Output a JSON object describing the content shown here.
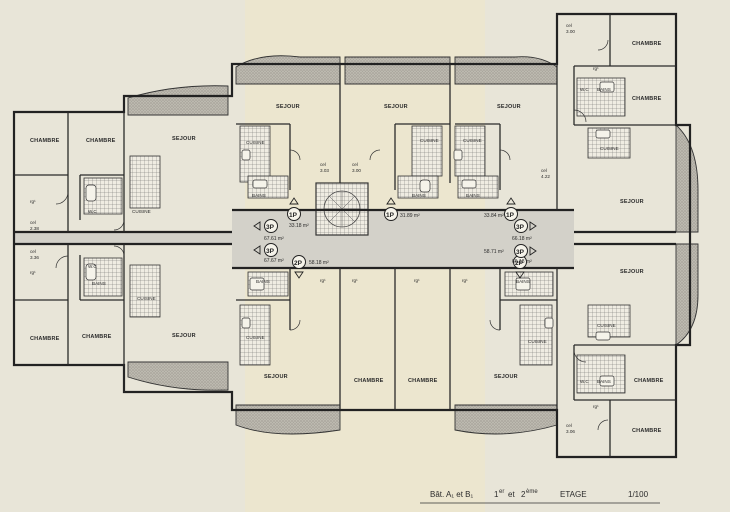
{
  "plan": {
    "rooms": {
      "chambre_w1": "CHAMBRE",
      "chambre_w2": "CHAMBRE",
      "sejour_w_top": "SEJOUR",
      "chambre_w3": "CHAMBRE",
      "chambre_w4": "CHAMBRE",
      "sejour_w_bottom": "SEJOUR",
      "sejour_top1": "SEJOUR",
      "sejour_top2": "SEJOUR",
      "sejour_top3": "SEJOUR",
      "chambre_ne1": "CHAMBRE",
      "chambre_ne2": "CHAMBRE",
      "sejour_e1": "SEJOUR",
      "sejour_e2": "SEJOUR",
      "chambre_se1": "CHAMBRE",
      "chambre_se2": "CHAMBRE",
      "sejour_bottom1": "SEJOUR",
      "chambre_bottom1": "CHAMBRE",
      "chambre_bottom2": "CHAMBRE",
      "sejour_bottom2": "SEJOUR",
      "cuisine_w_top": "CUISINE",
      "cuisine_w_bottom": "CUISINE",
      "cuisine_t1": "CUISINE",
      "cuisine_t2": "CUISINE",
      "cuisine_t3": "CUISINE",
      "cuisine_e1": "CUISINE",
      "cuisine_e2": "CUISINE",
      "cuisine_b1": "CUISINE",
      "cuisine_b2": "CUISINE",
      "bains_t1": "BAINS",
      "bains_t2": "BAINS",
      "bains_t3": "BAINS",
      "bains_b1": "BAINS",
      "bains_b2": "BAINS",
      "bains_ne": "BAINS",
      "bains_se": "BAINS",
      "wc_w1": "W.C",
      "wc_w2": "W.C",
      "wc_ne": "W.C",
      "wc_se": "W.C",
      "sdbain_w": "BAINS"
    },
    "storage": {
      "cel_w1": "cel",
      "cel_w1_num": "2.38",
      "cel_w2": "cel",
      "cel_w2_num": "3.36",
      "cel_t1": "cel",
      "cel_t1_num": "3.03",
      "cel_t2": "cel",
      "cel_t2_num": "3.00",
      "cel_t3": "cel",
      "cel_t3_num": "4.22",
      "cel_ne": "cel",
      "cel_ne_num": "3.00",
      "cel_se": "cel",
      "cel_se_num": "3.06",
      "rgt": "rg¹"
    },
    "units": {
      "u1": {
        "label": "1P",
        "area": "33.18 m²"
      },
      "u2": {
        "label": "1P",
        "area": "31.89 m²"
      },
      "u3": {
        "label": "1P",
        "area": "33.84 m²"
      },
      "u4": {
        "label": "3P",
        "area": "67.61 m²"
      },
      "u5": {
        "label": "3P",
        "area": "67.67 m²"
      },
      "u6": {
        "label": "2P",
        "area": "58.18 m²"
      },
      "u7": {
        "label": "3P",
        "area": "66.18 m²"
      },
      "u8": {
        "label": "2P",
        "area": "58.71 m²"
      },
      "u9": {
        "label": "3P",
        "area": "66.18 m²"
      }
    },
    "title": {
      "building": "Bât. A₁ et B₁",
      "floors_a": "1",
      "floors_a_sup": "er",
      "floors_mid": "et",
      "floors_b": "2",
      "floors_b_sup": "ème",
      "level": "ETAGE",
      "scale": "1/100"
    }
  }
}
